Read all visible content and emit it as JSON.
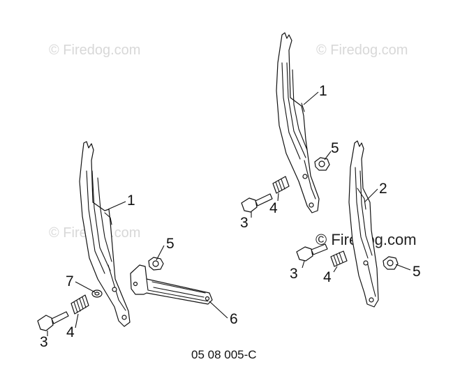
{
  "watermark": {
    "text": "© Firedog.com"
  },
  "drawing_code": "05 08 005-C",
  "callouts": {
    "left_bracket": "1",
    "left_bolt": "3",
    "left_spring": "4",
    "left_nut": "5",
    "left_plate": "6",
    "left_washer": "7",
    "right_bracket_a": "1",
    "right_nut_a": "5",
    "right_spring_a": "4",
    "right_bolt_a": "3",
    "right_bracket_b": "2",
    "right_bolt_b": "3",
    "right_spring_b": "4",
    "right_nut_b": "5"
  },
  "colors": {
    "line": "#111111",
    "watermark": "#d8d8d8",
    "background": "#ffffff"
  }
}
